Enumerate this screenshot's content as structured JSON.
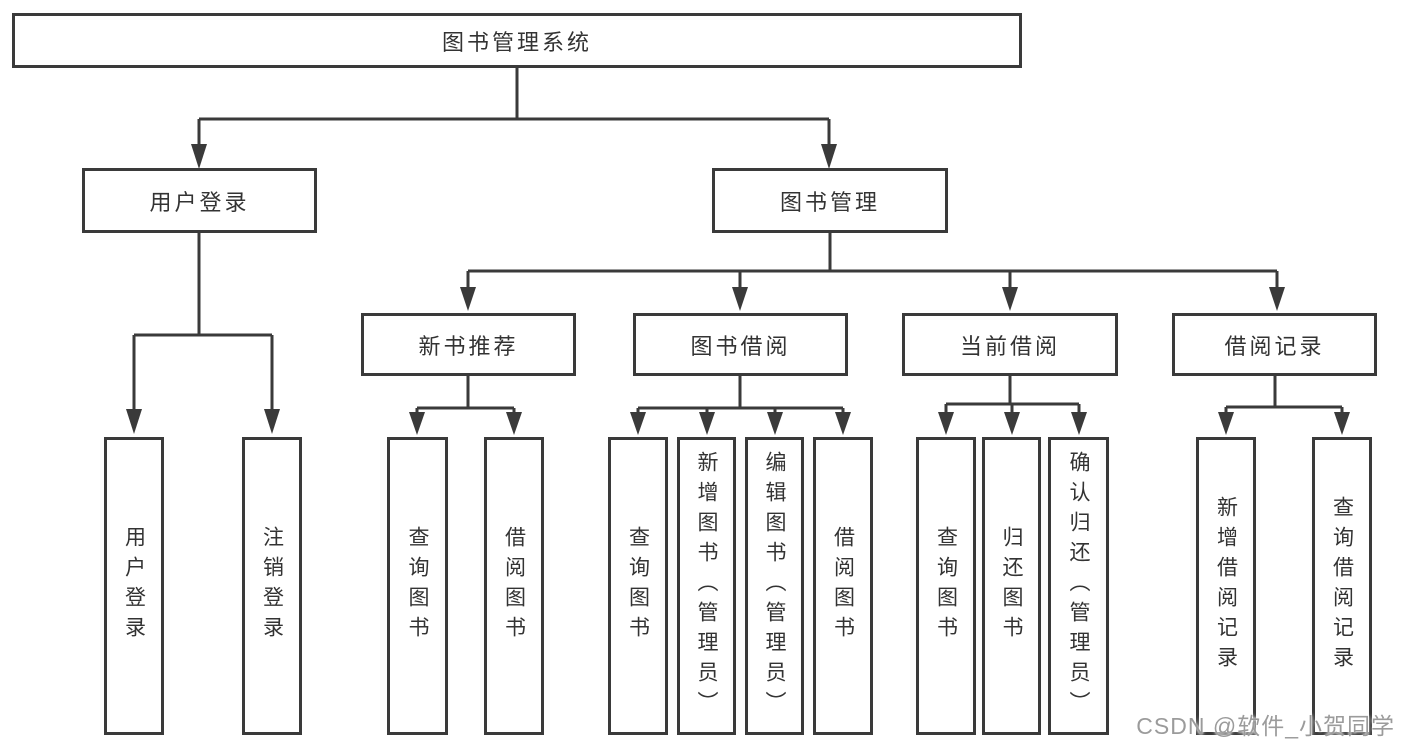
{
  "diagram_title": "图书管理系统",
  "tree": {
    "label": "图书管理系统",
    "children": [
      {
        "label": "用户登录",
        "children": [
          {
            "label": "用户登录"
          },
          {
            "label": "注销登录"
          }
        ]
      },
      {
        "label": "图书管理",
        "children": [
          {
            "label": "新书推荐",
            "children": [
              {
                "label": "查询图书"
              },
              {
                "label": "借阅图书"
              }
            ]
          },
          {
            "label": "图书借阅",
            "children": [
              {
                "label": "查询图书"
              },
              {
                "label": "新增图书（管理员）"
              },
              {
                "label": "编辑图书（管理员）"
              },
              {
                "label": "借阅图书"
              }
            ]
          },
          {
            "label": "当前借阅",
            "children": [
              {
                "label": "查询图书"
              },
              {
                "label": "归还图书"
              },
              {
                "label": "确认归还（管理员）"
              }
            ]
          },
          {
            "label": "借阅记录",
            "children": [
              {
                "label": "新增借阅记录"
              },
              {
                "label": "查询借阅记录"
              }
            ]
          }
        ]
      }
    ]
  },
  "watermark": {
    "text": "CSDN @软件_小贺同学"
  },
  "colors": {
    "line": "#3a3a3a",
    "box_border": "#3a3a3a",
    "text": "#333333",
    "background": "#ffffff",
    "watermark": "#9b9b9b"
  }
}
